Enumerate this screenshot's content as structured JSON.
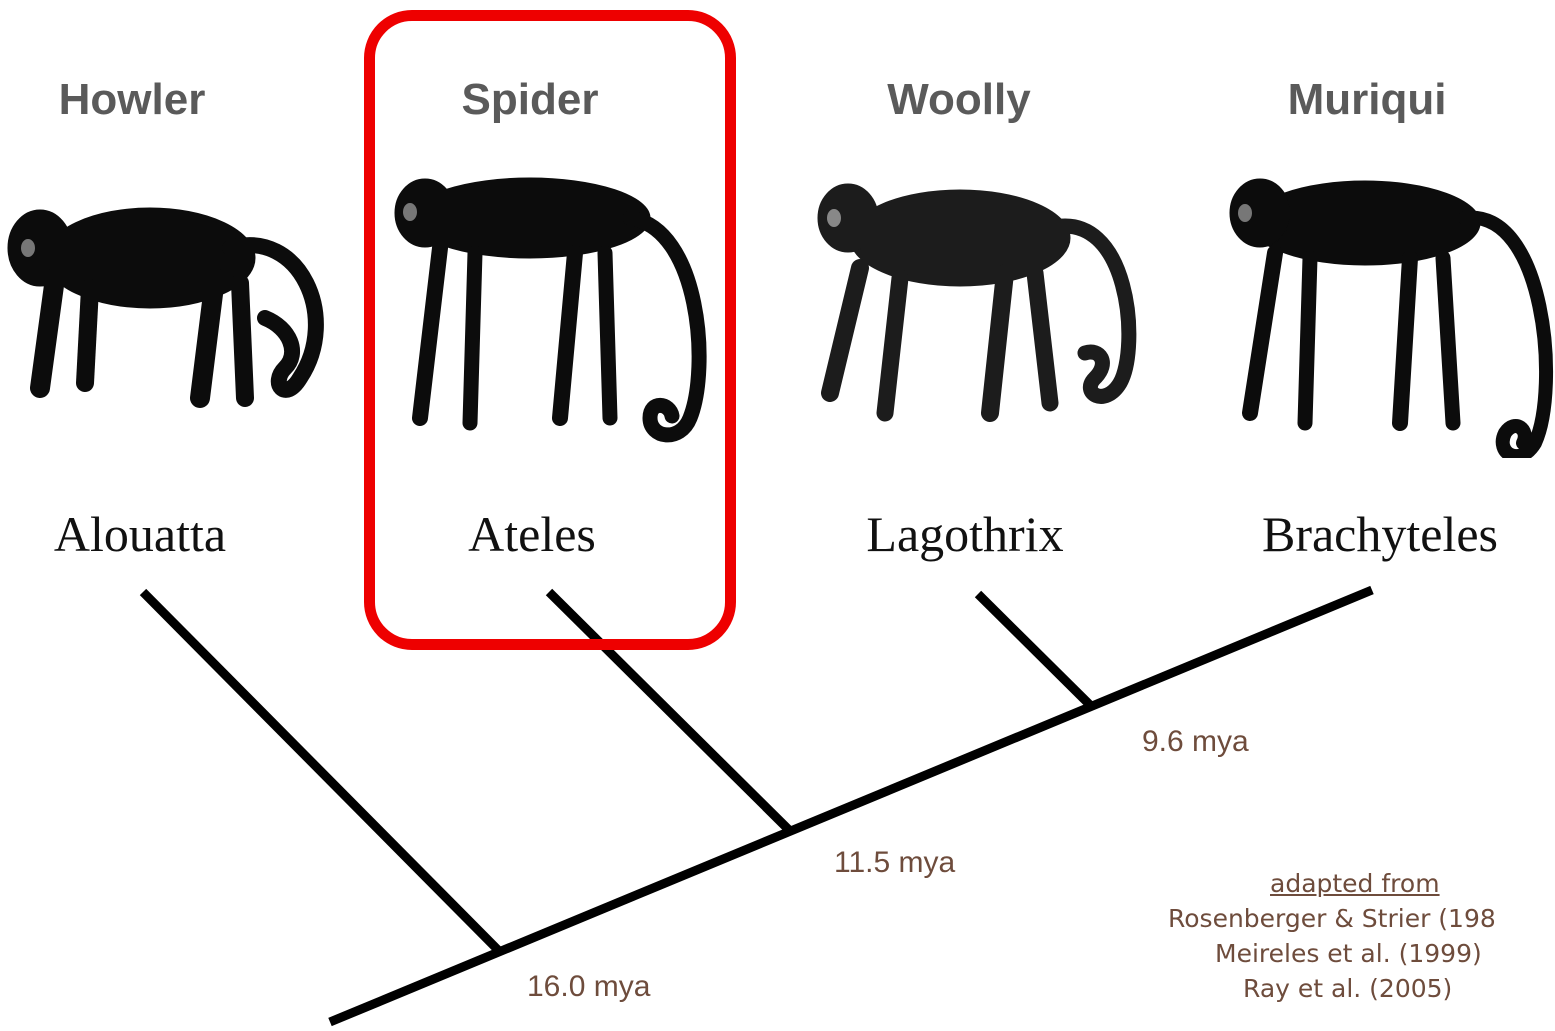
{
  "taxa": [
    {
      "common": "Howler",
      "genus": "Alouatta",
      "icon": "howler-monkey-icon"
    },
    {
      "common": "Spider",
      "genus": "Ateles",
      "icon": "spider-monkey-icon"
    },
    {
      "common": "Woolly",
      "genus": "Lagothrix",
      "icon": "woolly-monkey-icon"
    },
    {
      "common": "Muriqui",
      "genus": "Brachyteles",
      "icon": "muriqui-monkey-icon"
    }
  ],
  "node_ages": [
    "9.6 mya",
    "11.5 mya",
    "16.0 mya"
  ],
  "citation": {
    "heading": "adapted from",
    "line1": "Rosenberger & Strier (198",
    "line2": "Meireles et al. (1999)",
    "line3": "Ray et al. (2005)"
  },
  "colors": {
    "highlight": "#ee0000",
    "common_name": "#5a5a5a",
    "age_label": "#6e4c3c",
    "tree": "#000000"
  }
}
